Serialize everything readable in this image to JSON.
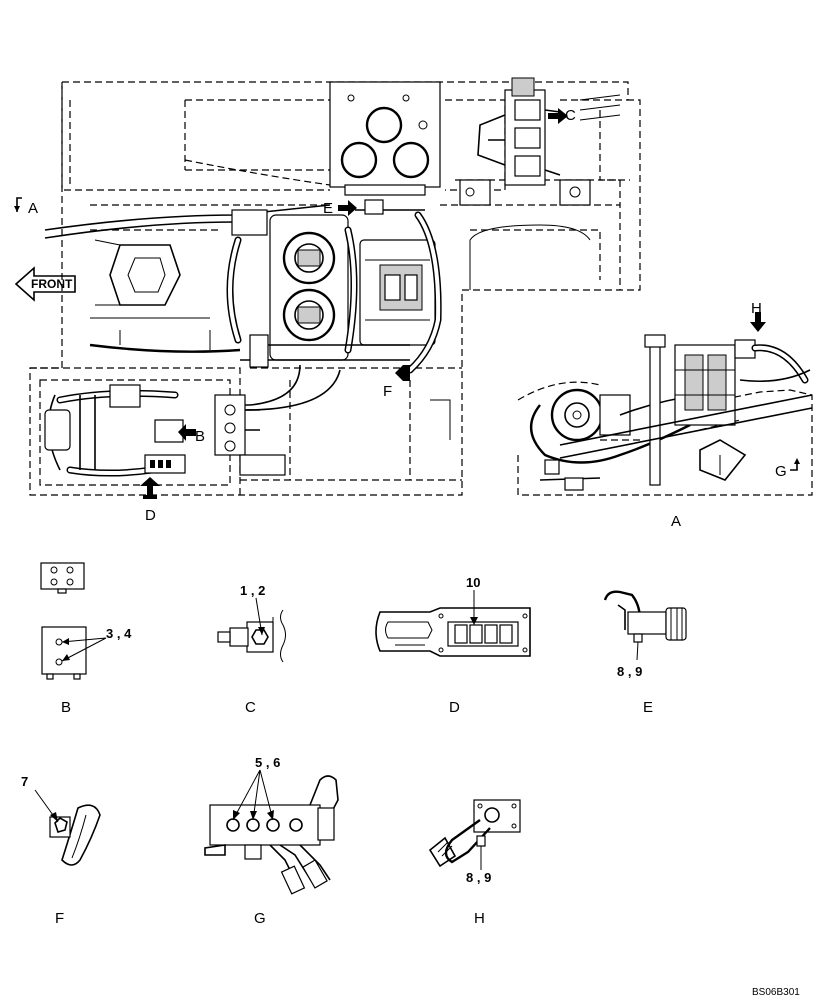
{
  "main_view": {
    "front_label": "FRONT",
    "section_A_marker": "A",
    "arrow_labels": {
      "B": "B",
      "C": "C",
      "D": "D",
      "E": "E",
      "F": "F"
    }
  },
  "view_A": {
    "caption": "A",
    "arrow_labels": {
      "G": "G",
      "H": "H"
    }
  },
  "details": [
    {
      "caption": "B",
      "callouts": [
        "3 , 4"
      ]
    },
    {
      "caption": "C",
      "callouts": [
        "1 , 2"
      ]
    },
    {
      "caption": "D",
      "callouts": [
        "10"
      ]
    },
    {
      "caption": "E",
      "callouts": [
        "8 , 9"
      ]
    },
    {
      "caption": "F",
      "callouts": [
        "7"
      ]
    },
    {
      "caption": "G",
      "callouts": [
        "5 , 6"
      ]
    },
    {
      "caption": "H",
      "callouts": [
        "8 , 9"
      ]
    }
  ],
  "drawing_code": "BS06B301"
}
